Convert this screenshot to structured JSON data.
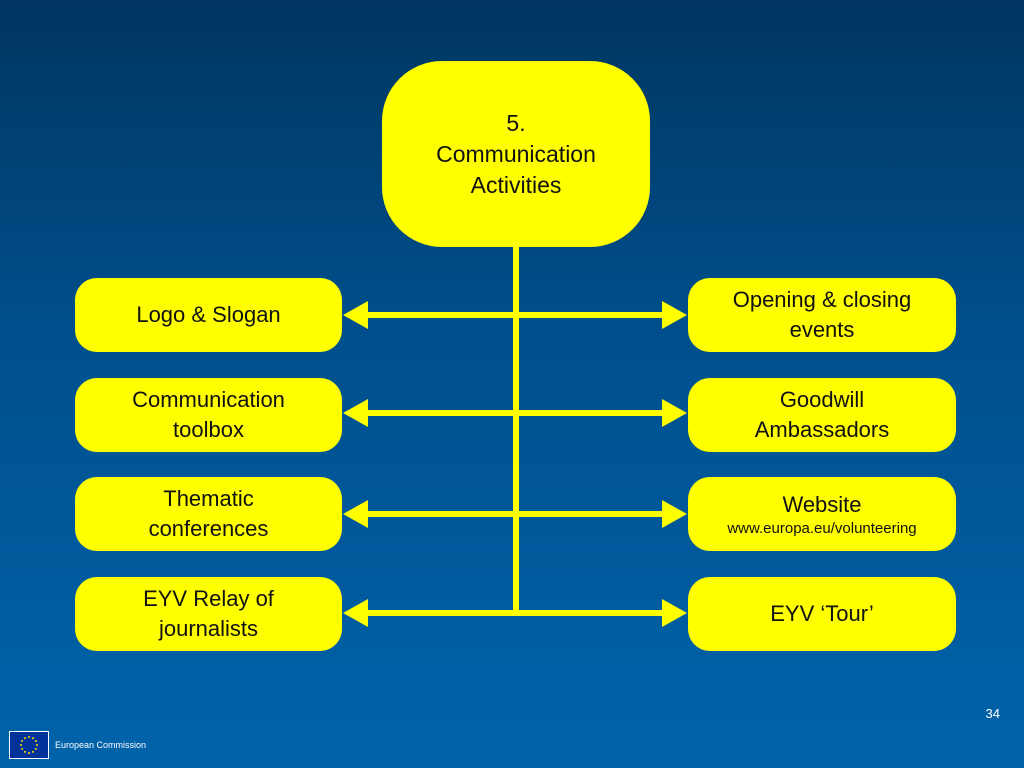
{
  "diagram": {
    "main_node": {
      "line1": "5.",
      "line2": "Communication",
      "line3": "Activities"
    },
    "left_nodes": [
      {
        "line1": "Logo & Slogan",
        "line2": ""
      },
      {
        "line1": "Communication",
        "line2": "toolbox"
      },
      {
        "line1": "Thematic",
        "line2": "conferences"
      },
      {
        "line1": "EYV Relay of",
        "line2": "journalists"
      }
    ],
    "right_nodes": [
      {
        "line1": "Opening & closing",
        "line2": "events",
        "sub": ""
      },
      {
        "line1": "Goodwill",
        "line2": "Ambassadors",
        "sub": ""
      },
      {
        "line1": "Website",
        "line2": "",
        "sub": "www.europa.eu/volunteering"
      },
      {
        "line1": "EYV ‘Tour’",
        "line2": "",
        "sub": ""
      }
    ]
  },
  "footer": {
    "org": "European Commission",
    "page_number": "34",
    "logo_icon": "eu-flag-icon"
  },
  "colors": {
    "node_fill": "#ffff00",
    "connector": "#ffff00",
    "background_top": "#003660",
    "background_bottom": "#0063aa",
    "flag": "#003399",
    "flag_stars": "#ffdd00"
  }
}
